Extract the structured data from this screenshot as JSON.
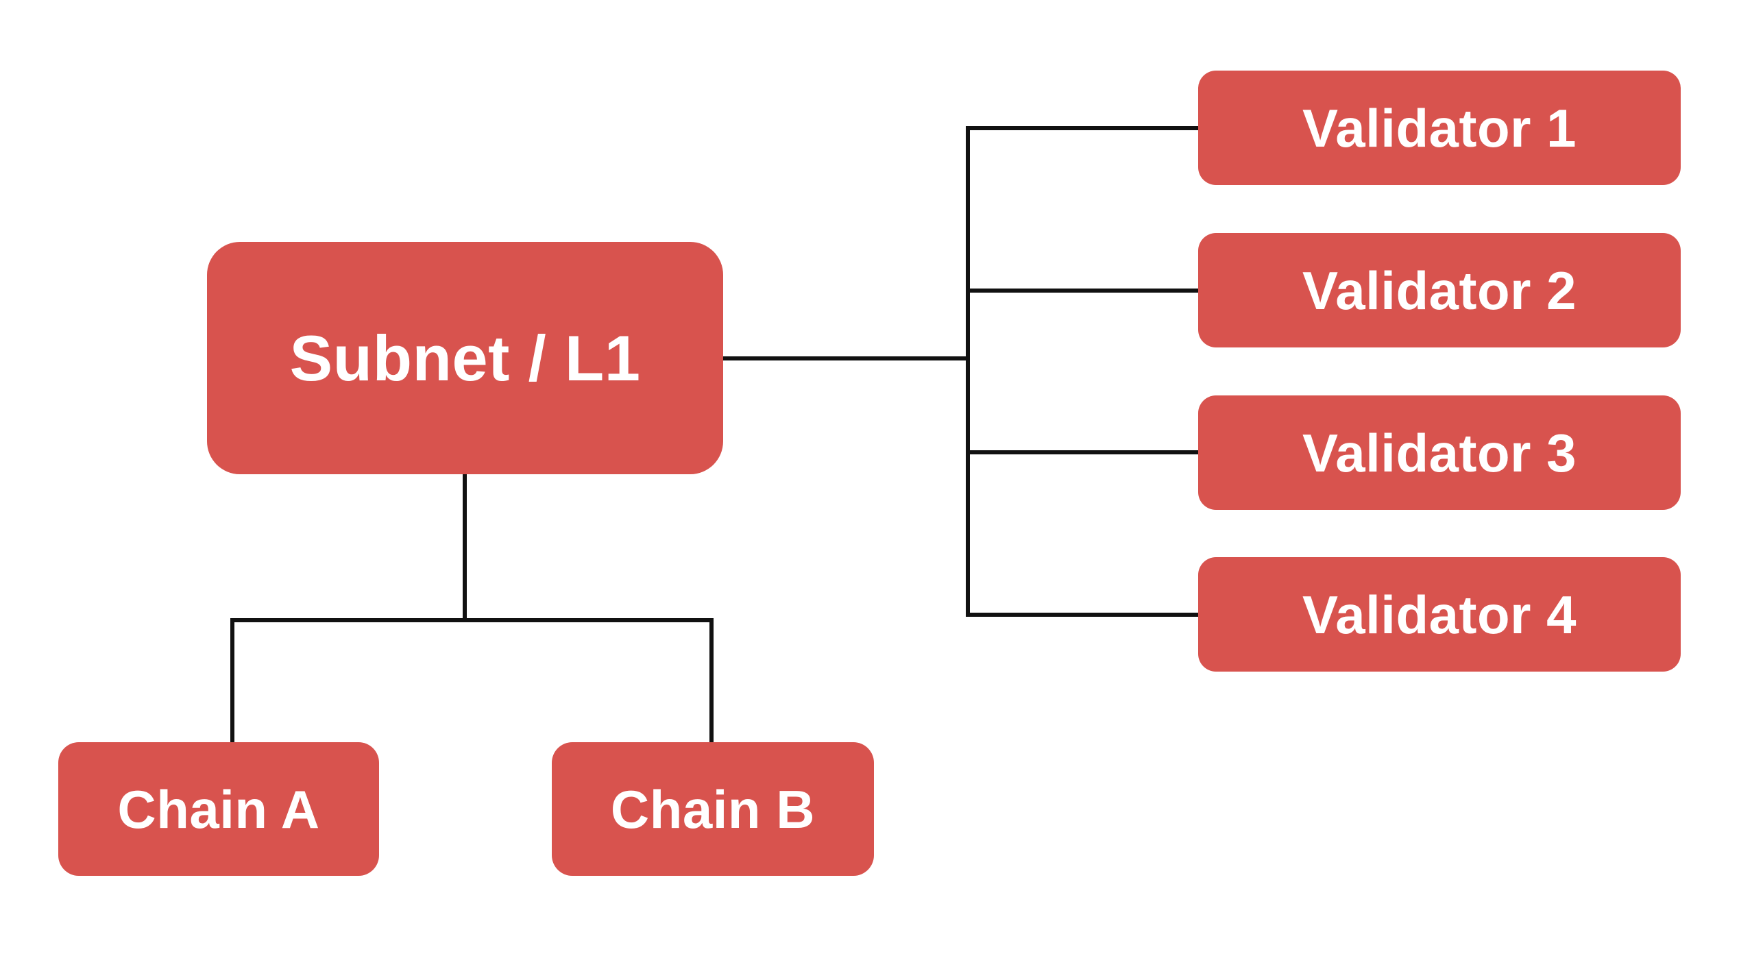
{
  "diagram": {
    "title": "Subnet / L1 architecture diagram",
    "colors": {
      "background": "#ffffff",
      "node_fill": "#d8534e",
      "node_text": "#ffffff",
      "line_color": "#111111"
    },
    "nodes": {
      "subnet": {
        "label": "Subnet / L1"
      },
      "validator1": {
        "label": "Validator 1"
      },
      "validator2": {
        "label": "Validator 2"
      },
      "validator3": {
        "label": "Validator 3"
      },
      "validator4": {
        "label": "Validator 4"
      },
      "chainA": {
        "label": "Chain A"
      },
      "chainB": {
        "label": "Chain B"
      }
    },
    "edges": [
      {
        "from": "subnet",
        "to": "validator1"
      },
      {
        "from": "subnet",
        "to": "validator2"
      },
      {
        "from": "subnet",
        "to": "validator3"
      },
      {
        "from": "subnet",
        "to": "validator4"
      },
      {
        "from": "subnet",
        "to": "chainA"
      },
      {
        "from": "subnet",
        "to": "chainB"
      }
    ]
  }
}
